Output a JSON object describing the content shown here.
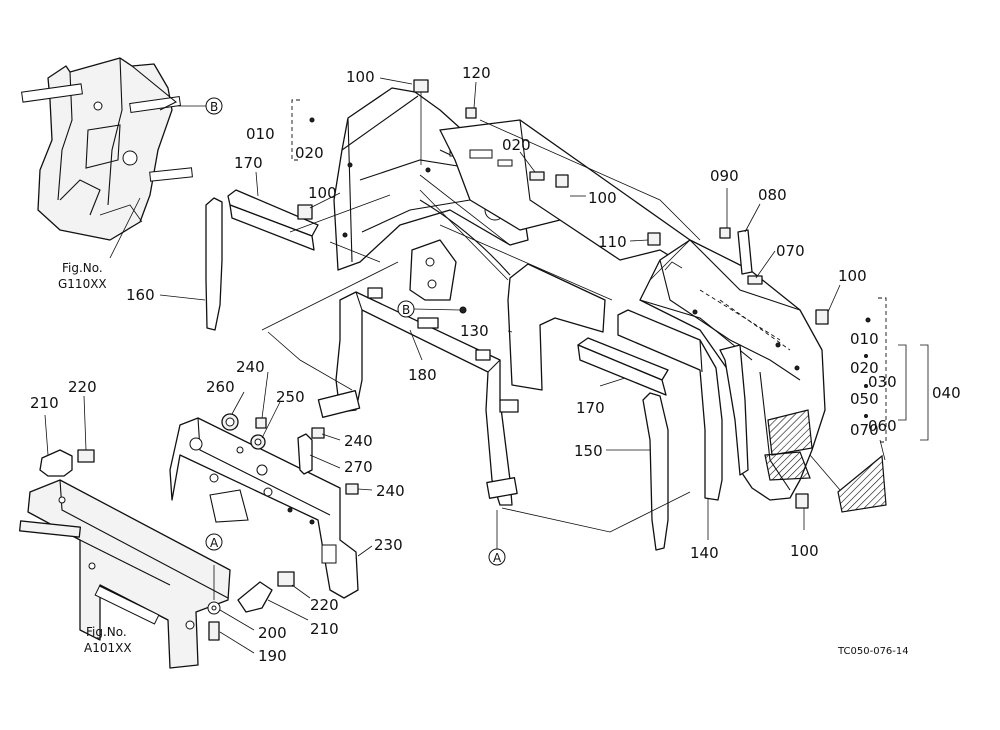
{
  "callouts": {
    "c100_top": "100",
    "c120": "120",
    "c010_left": "010",
    "c020_left": "020",
    "c020_mid": "020",
    "c100_mid": "100",
    "c170_left": "170",
    "c100_left": "100",
    "c160": "160",
    "c090": "090",
    "c080": "080",
    "c110": "110",
    "c070_top": "070",
    "c100_right": "100",
    "c010_right": "010",
    "c020_right": "020",
    "c030": "030",
    "c050": "050",
    "c040": "040",
    "c070_right": "070",
    "c060": "060",
    "c130": "130",
    "c180": "180",
    "c170_right": "170",
    "c150": "150",
    "c140": "140",
    "c100_bottom": "100",
    "c240_a": "240",
    "c260": "260",
    "c250": "250",
    "c240_b": "240",
    "c270": "270",
    "c240_c": "240",
    "c220_left": "220",
    "c210_left": "210",
    "c230": "230",
    "c220_right": "220",
    "c210_right": "210",
    "c200": "200",
    "c190": "190"
  },
  "refs": {
    "fig_top_label": "Fig.No.",
    "fig_top_code": "G110XX",
    "fig_bottom_label": "Fig.No.",
    "fig_bottom_code": "A101XX",
    "marker_b": "B",
    "marker_a": "A"
  },
  "drawing_code": "TC050-076-14"
}
